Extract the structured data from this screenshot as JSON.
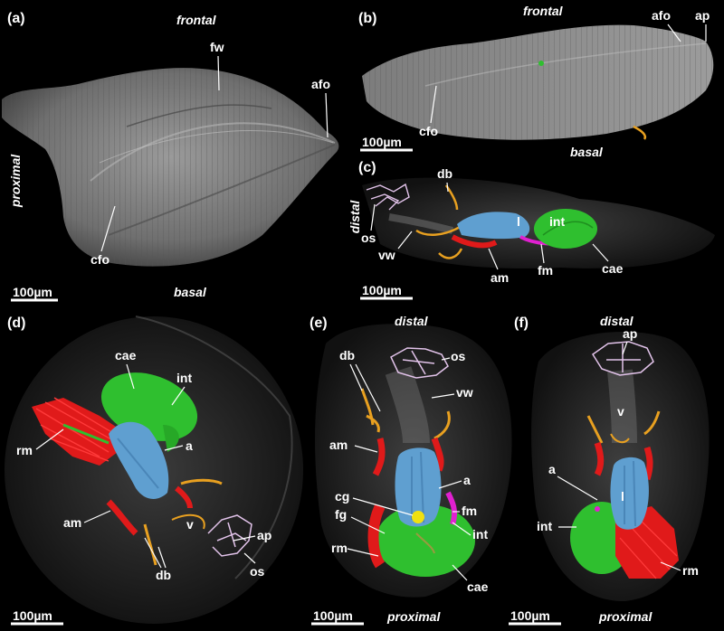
{
  "panels": {
    "a": {
      "tag": "(a)",
      "frontal": "frontal",
      "proximal": "proximal",
      "basal": "basal",
      "fw": "fw",
      "afo": "afo",
      "cfo": "cfo",
      "scale": "100µm"
    },
    "b": {
      "tag": "(b)",
      "frontal": "frontal",
      "basal": "basal",
      "afo": "afo",
      "ap": "ap",
      "cfo": "cfo",
      "scale": "100µm"
    },
    "c": {
      "tag": "(c)",
      "distal": "distal",
      "db": "db",
      "os": "os",
      "vw": "vw",
      "l": "l",
      "int": "int",
      "am": "am",
      "fm": "fm",
      "cae": "cae",
      "scale": "100µm"
    },
    "d": {
      "tag": "(d)",
      "cae": "cae",
      "int": "int",
      "rm": "rm",
      "a": "a",
      "am": "am",
      "v": "v",
      "ap": "ap",
      "db": "db",
      "os": "os",
      "scale": "100µm"
    },
    "e": {
      "tag": "(e)",
      "distal": "distal",
      "db": "db",
      "os": "os",
      "vw": "vw",
      "am": "am",
      "a": "a",
      "cg": "cg",
      "fm": "fm",
      "fg": "fg",
      "int": "int",
      "rm": "rm",
      "cae": "cae",
      "scale": "100µm",
      "proximal": "proximal"
    },
    "f": {
      "tag": "(f)",
      "distal": "distal",
      "ap": "ap",
      "v": "v",
      "a": "a",
      "l": "l",
      "int": "int",
      "rm": "rm",
      "scale": "100µm",
      "proximal": "proximal"
    }
  },
  "colors": {
    "background": "#000000",
    "cuticle": "#8a8a8a",
    "intestine_green": "#2fbf2f",
    "gut_blue": "#5f9fd0",
    "muscle_red": "#e01a1a",
    "duplicature_orange": "#e8a020",
    "operculum_lilac": "#e2c3ea",
    "magenta_fm": "#e020d0",
    "ganglion_yellow": "#f0e010"
  }
}
